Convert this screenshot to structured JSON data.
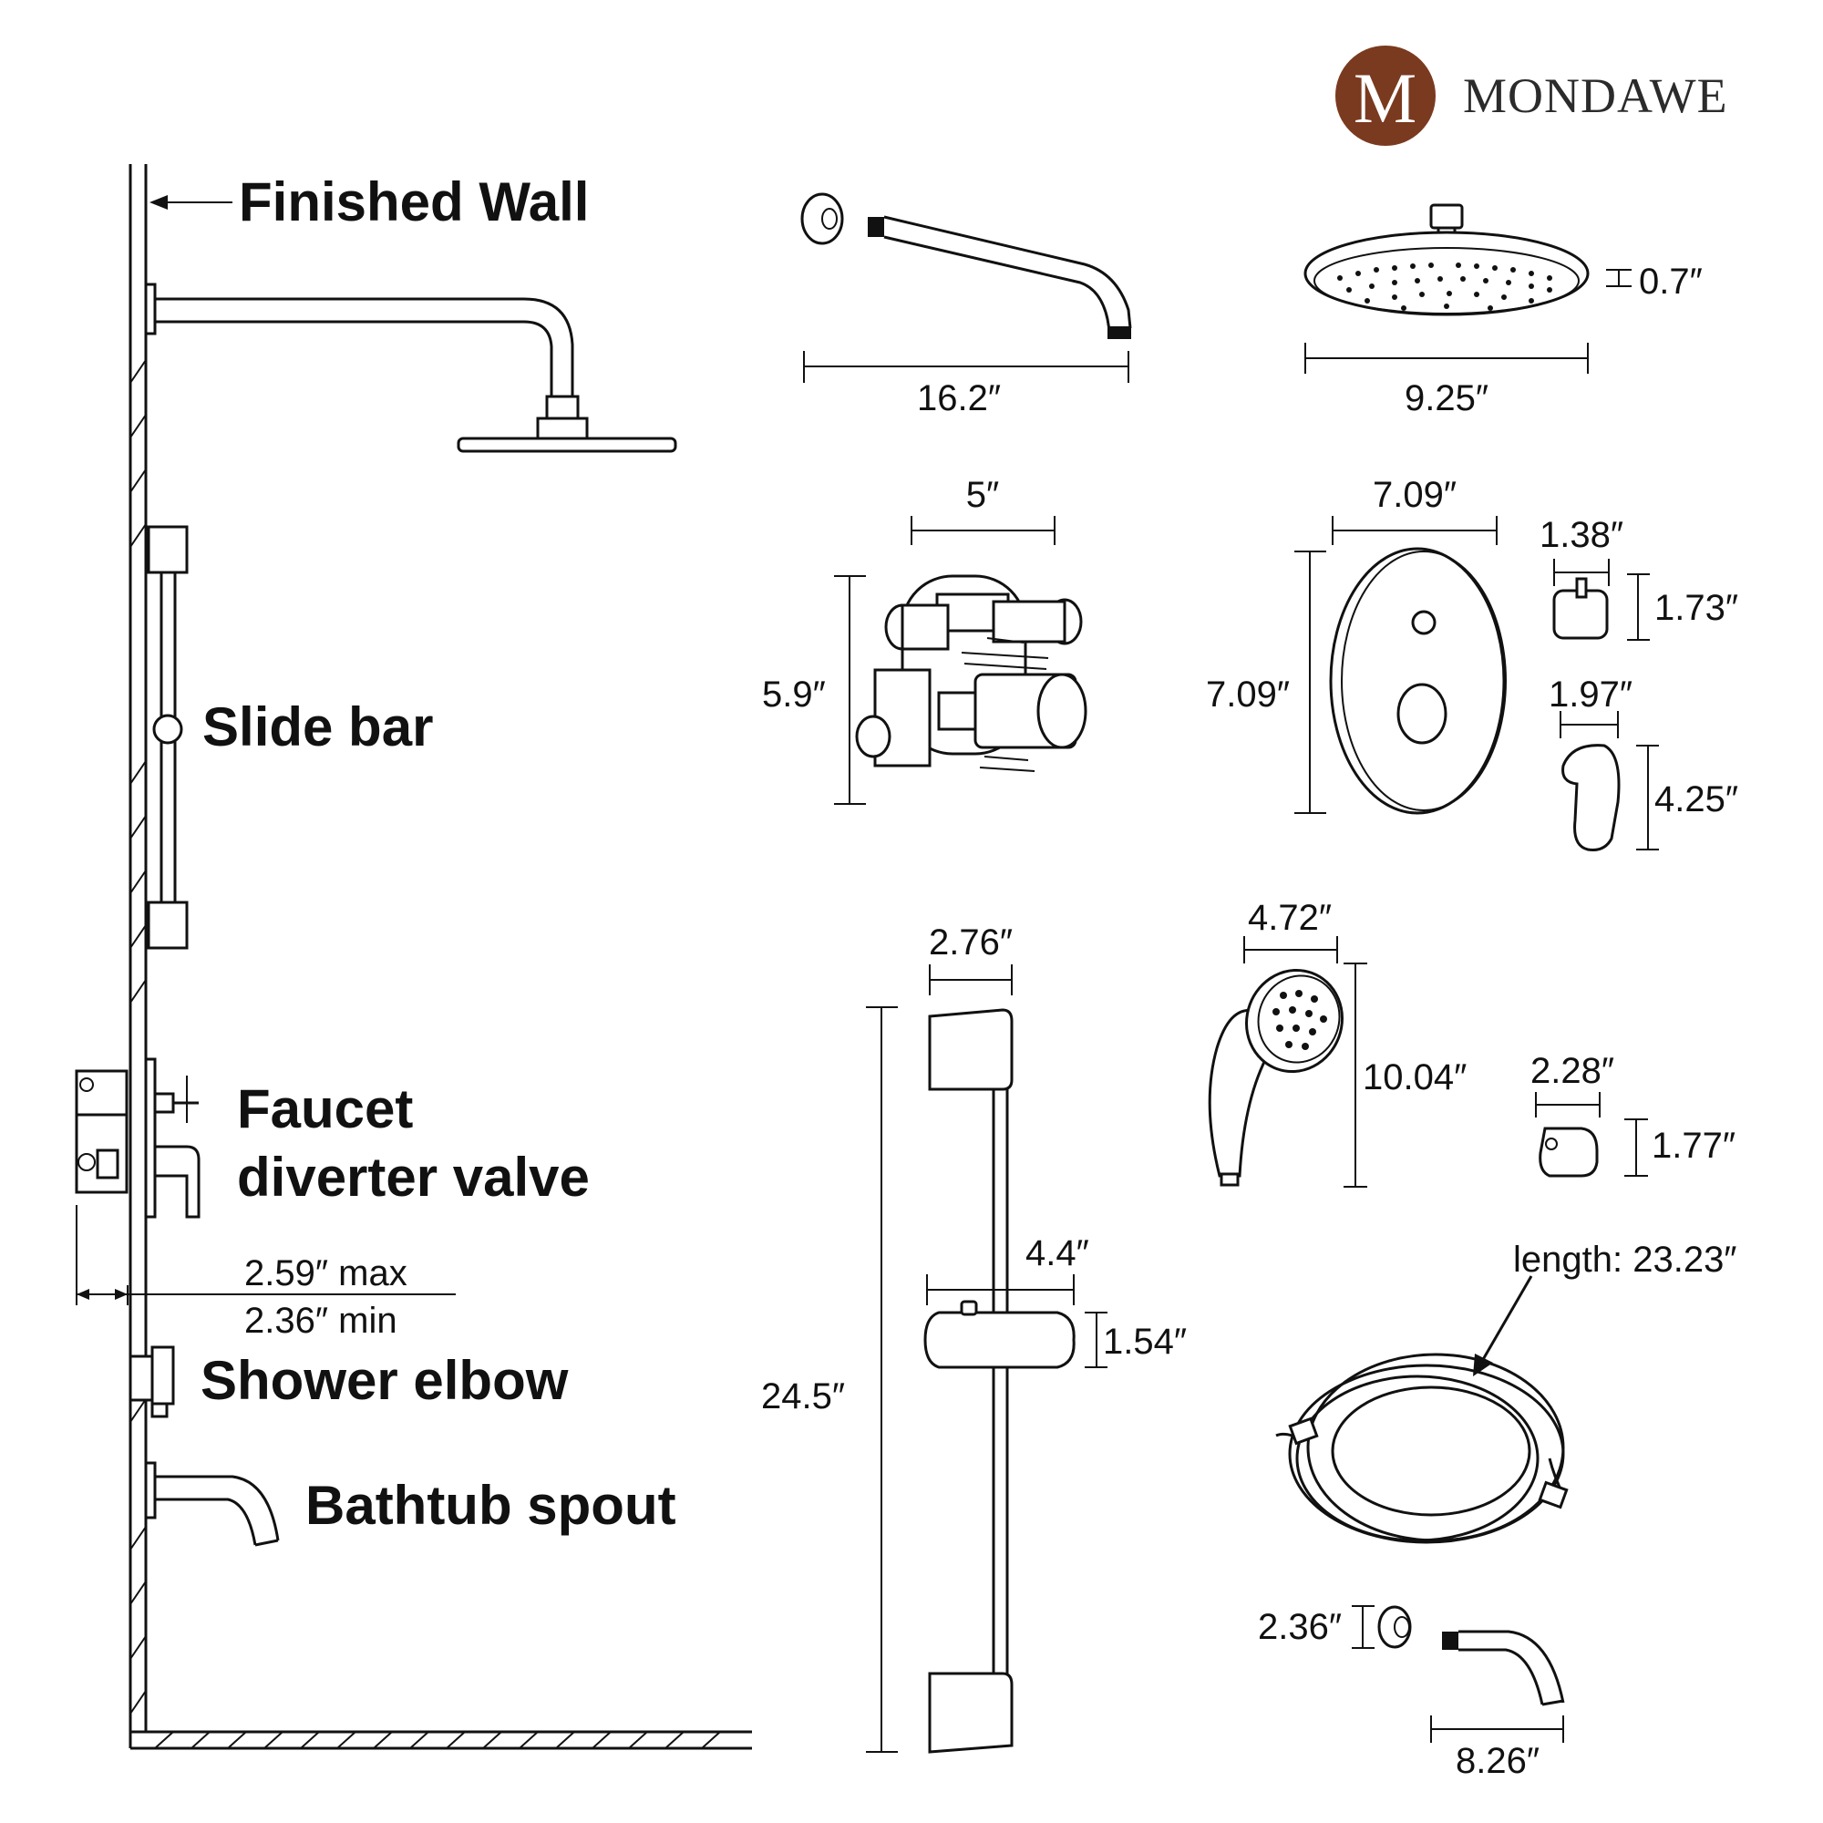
{
  "brand": {
    "initial": "M",
    "name": "MONDAWE",
    "logo_color": "#7a3a1f"
  },
  "labels": {
    "finished_wall": "Finished Wall",
    "slide_bar": "Slide bar",
    "faucet_line1": "Faucet",
    "faucet_line2": "diverter valve",
    "max_depth": "2.59″ max",
    "min_depth": "2.36″ min",
    "shower_elbow": "Shower elbow",
    "bathtub_spout": "Bathtub spout"
  },
  "dimensions": {
    "shower_arm_length": "16.2″",
    "shower_head_thickness": "0.7″",
    "shower_head_diameter": "9.25″",
    "valve_width": "5″",
    "valve_height": "5.9″",
    "trim_width": "7.09″",
    "trim_height": "7.09″",
    "knob_width": "1.38″",
    "knob_height": "1.73″",
    "lever_width": "1.97″",
    "lever_height": "4.25″",
    "bracket_width": "2.76″",
    "slide_bar_length": "24.5″",
    "slider_width": "4.4″",
    "slider_height": "1.54″",
    "hand_shower_width": "4.72″",
    "hand_shower_length": "10.04″",
    "elbow_width": "2.28″",
    "elbow_height": "1.77″",
    "hose_length": "length: 23.23″",
    "flange_diameter": "2.36″",
    "spout_length": "8.26″"
  }
}
